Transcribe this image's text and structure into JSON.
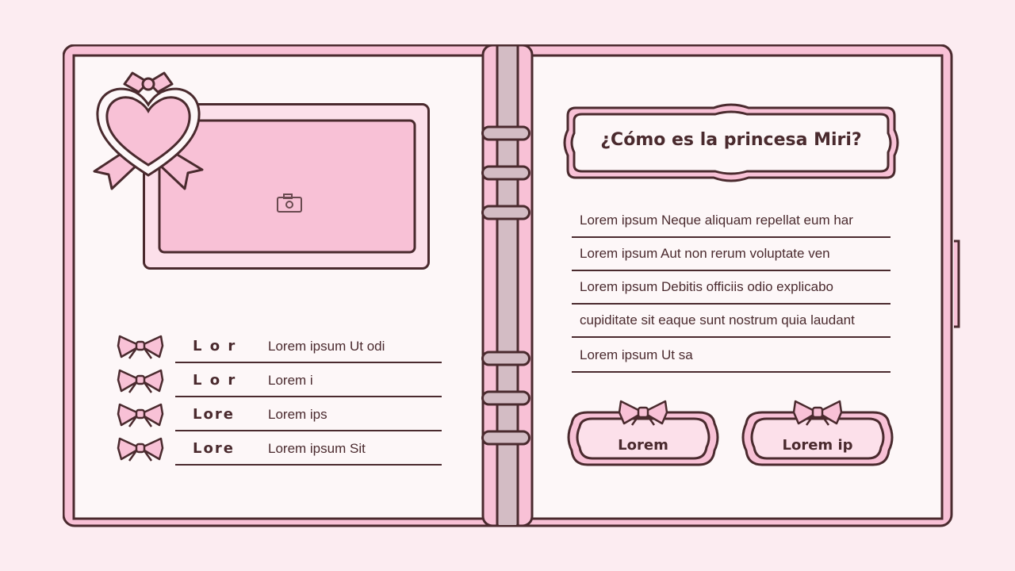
{
  "header": {
    "title": "¿Cómo es la princesa Miri?"
  },
  "photo": {
    "camera_icon": "camera-icon"
  },
  "info_rows": [
    {
      "key": "L o r",
      "value": "Lorem ipsum Ut odi"
    },
    {
      "key": "L o r",
      "value": "Lorem i"
    },
    {
      "key": "Lore",
      "value": "Lorem ips"
    },
    {
      "key": "Lore",
      "value": "Lorem ipsum Sit"
    }
  ],
  "description_lines": [
    "Lorem ipsum Neque aliquam repellat eum har",
    "Lorem ipsum Aut non rerum voluptate ven",
    "Lorem ipsum Debitis officiis odio explicabo",
    "cupiditate sit eaque sunt nostrum quia laudant",
    "Lorem ipsum Ut sa"
  ],
  "buttons": {
    "left": "Lorem",
    "right": "Lorem ip"
  },
  "colors": {
    "background": "#fcecf1",
    "page": "#fdf7f8",
    "pink": "#f8c1d6",
    "pink_light": "#fce0ea",
    "outline": "#4a2a2e",
    "ring": "#d3bcc4"
  }
}
